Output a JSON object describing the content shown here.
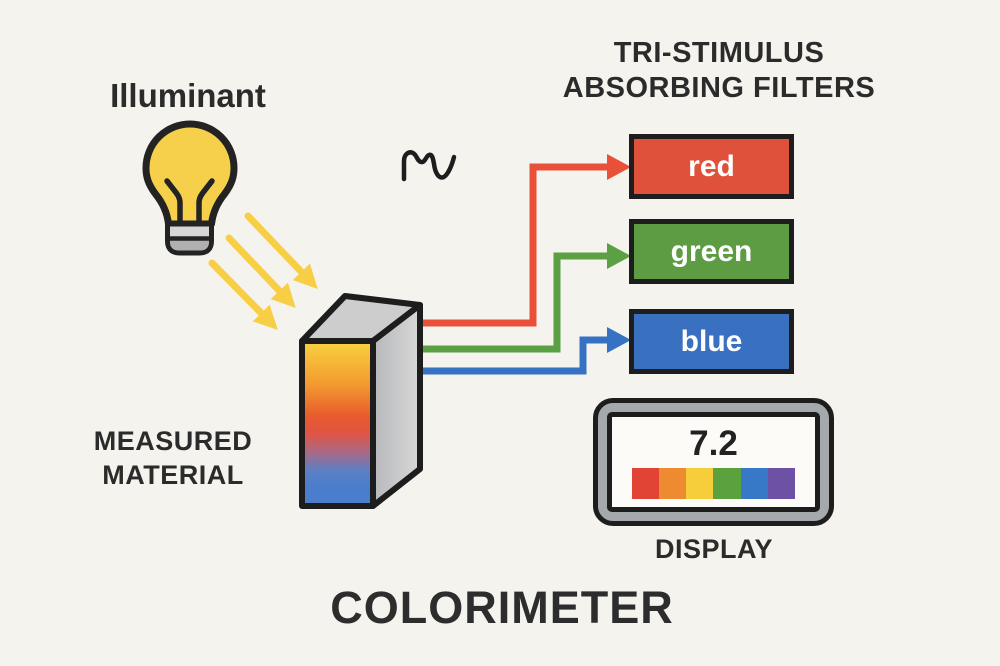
{
  "title": "COLORIMETER",
  "illuminant": {
    "label": "Illuminant"
  },
  "filters": {
    "heading_line1": "TRI-STIMULUS",
    "heading_line2": "ABSORBING FILTERS",
    "items": [
      {
        "label": "red",
        "color": "#e0513c"
      },
      {
        "label": "green",
        "color": "#5e9c44"
      },
      {
        "label": "blue",
        "color": "#3a70c0"
      }
    ]
  },
  "material": {
    "label_line1": "MEASURED",
    "label_line2": "MATERIAL"
  },
  "display": {
    "value": "7.2",
    "label": "DISPLAY",
    "spectrum_colors": [
      "#e14434",
      "#ee8b31",
      "#f6ce3c",
      "#5ba23f",
      "#3779c6",
      "#6c51a4"
    ]
  },
  "colors": {
    "background": "#f5f3ee",
    "outline": "#1f1f1f",
    "signal_red": "#e8503a",
    "signal_green": "#5ba043",
    "signal_blue": "#3672c4",
    "light_yellow": "#f8ce45",
    "bulb_yellow": "#f6d04a"
  }
}
